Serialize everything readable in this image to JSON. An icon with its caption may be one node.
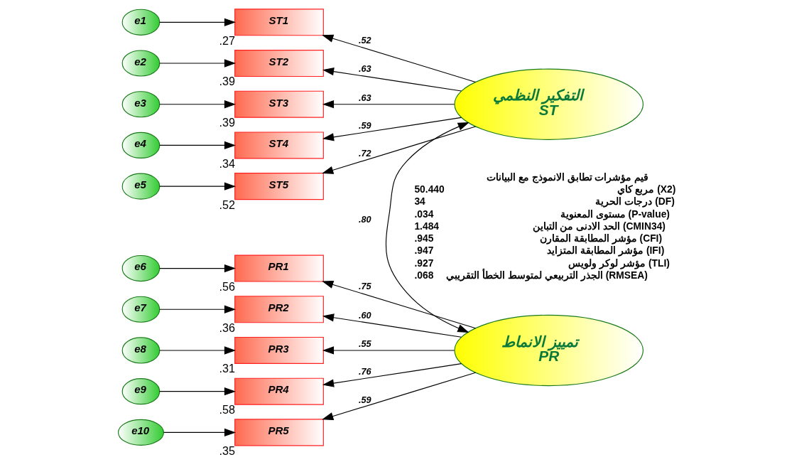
{
  "diagram": {
    "nodes": [
      {
        "text": [
          "e1"
        ]
      },
      {
        "text": [
          "e2"
        ]
      },
      {
        "text": [
          "e3"
        ]
      },
      {
        "text": [
          "e4"
        ]
      },
      {
        "text": [
          "e5"
        ]
      },
      {
        "text": [
          "e6"
        ]
      },
      {
        "text": [
          "e7"
        ]
      },
      {
        "text": [
          "e8"
        ]
      },
      {
        "text": [
          "e9"
        ]
      },
      {
        "text": [
          "e10"
        ]
      },
      {
        "text": [
          "ST1"
        ],
        "beside": [
          ".27"
        ]
      },
      {
        "text": [
          "ST2"
        ],
        "beside": [
          ".39"
        ]
      },
      {
        "text": [
          "ST3"
        ],
        "beside": [
          ".39"
        ]
      },
      {
        "text": [
          "ST4"
        ],
        "beside": [
          ".34"
        ]
      },
      {
        "text": [
          "ST5"
        ],
        "beside": [
          ".52"
        ]
      },
      {
        "text": [
          "PR1"
        ],
        "beside": [
          ".56"
        ]
      },
      {
        "text": [
          "PR2"
        ],
        "beside": [
          ".36"
        ]
      },
      {
        "text": [
          "PR3"
        ],
        "beside": [
          ".31"
        ]
      },
      {
        "text": [
          "PR4"
        ],
        "beside": [
          ".58"
        ]
      },
      {
        "text": [
          "PR5"
        ],
        "beside": [
          ".35"
        ]
      },
      {
        "text": [
          "التفكير النظمي",
          "ST"
        ]
      },
      {
        "text": [
          "تمييز الانماط",
          "PR"
        ]
      }
    ],
    "edges": [
      {
        "from": 0,
        "to": 10,
        "arrow": "to"
      },
      {
        "from": 1,
        "to": 11,
        "arrow": "to"
      },
      {
        "from": 2,
        "to": 12,
        "arrow": "to"
      },
      {
        "from": 3,
        "to": 13,
        "arrow": "to"
      },
      {
        "from": 4,
        "to": 14,
        "arrow": "to"
      },
      {
        "from": 5,
        "to": 15,
        "arrow": "to"
      },
      {
        "from": 6,
        "to": 16,
        "arrow": "to"
      },
      {
        "from": 7,
        "to": 17,
        "arrow": "to"
      },
      {
        "from": 8,
        "to": 18,
        "arrow": "to"
      },
      {
        "from": 9,
        "to": 19,
        "arrow": "to"
      },
      {
        "from": 20,
        "to": 10,
        "arrow": "to",
        "label": ".52"
      },
      {
        "from": 20,
        "to": 11,
        "arrow": "to",
        "label": ".63"
      },
      {
        "from": 20,
        "to": 12,
        "arrow": "to",
        "label": ".63"
      },
      {
        "from": 20,
        "to": 13,
        "arrow": "to",
        "label": ".59"
      },
      {
        "from": 20,
        "to": 14,
        "arrow": "to",
        "label": ".72"
      },
      {
        "from": 21,
        "to": 15,
        "arrow": "to",
        "label": ".75"
      },
      {
        "from": 21,
        "to": 16,
        "arrow": "to",
        "label": ".60"
      },
      {
        "from": 21,
        "to": 17,
        "arrow": "to",
        "label": ".55"
      },
      {
        "from": 21,
        "to": 18,
        "arrow": "to",
        "label": ".76"
      },
      {
        "from": 21,
        "to": 19,
        "arrow": "to",
        "label": ".59"
      },
      {
        "from": 20,
        "to": 21,
        "arrow": "both",
        "label": ".80"
      }
    ],
    "labels": [
      "قيم مؤشرات تطابق الانموذج مع البيانات",
      "50.440",
      "مربع كاي (X2)",
      "34",
      "درجات الحرية (DF)",
      ".034",
      "مستوى المعنوية (P-value)",
      "1.484",
      "الحد الادنى من التباين (CMIN34)",
      ".945",
      "مؤشر المطابقة المقارن (CFI)",
      ".947",
      "مؤشر المطابقة المتزايد (IFI)",
      ".927",
      "مؤشر لوكر ولويس (TLI)",
      ".068",
      "الجذر التربيعي لمتوسط الخطأ التقريبي (RMSEA)"
    ]
  }
}
